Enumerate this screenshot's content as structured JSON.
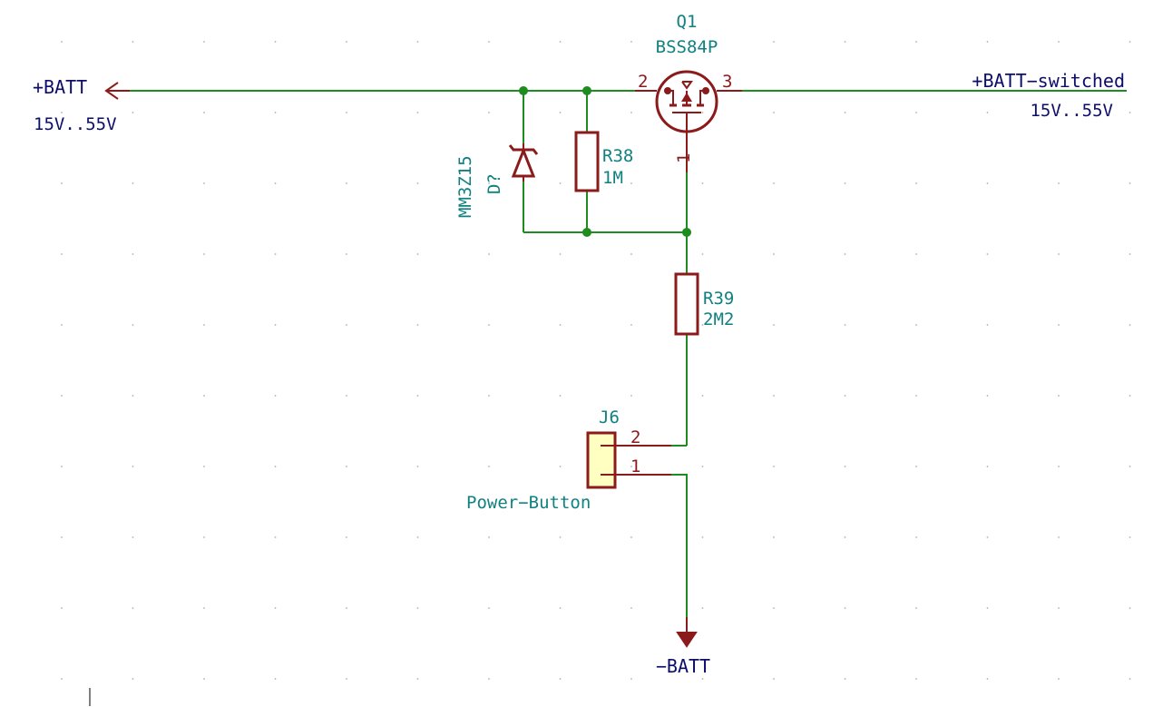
{
  "net_labels": {
    "batt_plus": "+BATT",
    "batt_plus_range": "15V..55V",
    "batt_switched": "+BATT−switched",
    "batt_switched_range": "15V..55V",
    "batt_minus": "−BATT"
  },
  "q1": {
    "ref": "Q1",
    "value": "BSS84P",
    "pins": {
      "gate": "1",
      "source": "2",
      "drain": "3"
    }
  },
  "d1": {
    "ref": "D?",
    "value": "MM3Z15"
  },
  "r38": {
    "ref": "R38",
    "value": "1M"
  },
  "r39": {
    "ref": "R39",
    "value": "2M2"
  },
  "j6": {
    "ref": "J6",
    "value": "Power−Button",
    "pins": {
      "p2": "2",
      "p1": "1"
    }
  },
  "colors": {
    "wire": "#1e8c1e",
    "component": "#8b1a1a",
    "reference_text": "#118080",
    "net_text": "#0d0d6b",
    "connector_fill": "#ffffc2"
  }
}
